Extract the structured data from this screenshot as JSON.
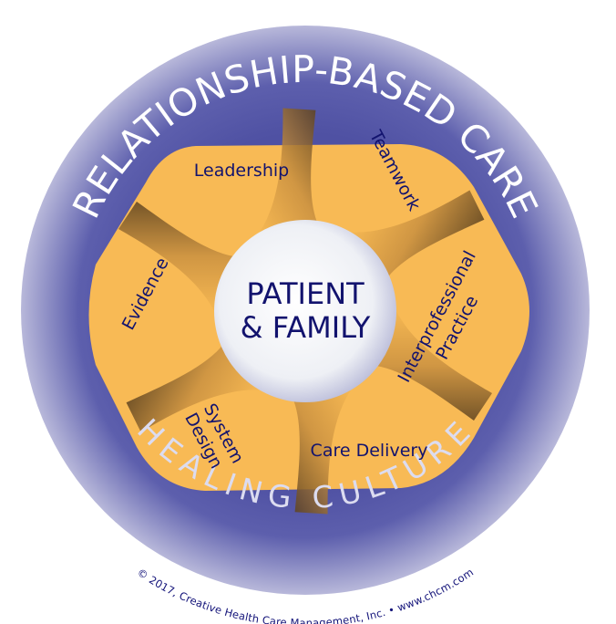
{
  "diagram": {
    "title": "Relationship-Based Care model",
    "outer_ring": {
      "top_label": "RELATIONSHIP-BASED CARE",
      "bottom_label": "HEALING CULTURE"
    },
    "center": {
      "line1": "PATIENT",
      "line2": "& FAMILY"
    },
    "bands": [
      {
        "id": "leadership",
        "lines": [
          "Leadership"
        ]
      },
      {
        "id": "teamwork",
        "lines": [
          "Teamwork"
        ]
      },
      {
        "id": "interprofessional-practice",
        "lines": [
          "Interprofessional",
          "Practice"
        ]
      },
      {
        "id": "care-delivery",
        "lines": [
          "Care Delivery"
        ]
      },
      {
        "id": "system-design",
        "lines": [
          "System",
          "Design"
        ]
      },
      {
        "id": "evidence",
        "lines": [
          "Evidence"
        ]
      }
    ],
    "copyright": "© 2017, Creative Health Care Management, Inc. • www.chcm.com",
    "colors": {
      "ring_dark": "#5254a6",
      "ring_light": "#b4b4d8",
      "band_gold": "#f9bb55",
      "band_shadow": "#6b4d22",
      "text_navy": "#12136e",
      "sphere_white": "#f5f6f9"
    }
  }
}
